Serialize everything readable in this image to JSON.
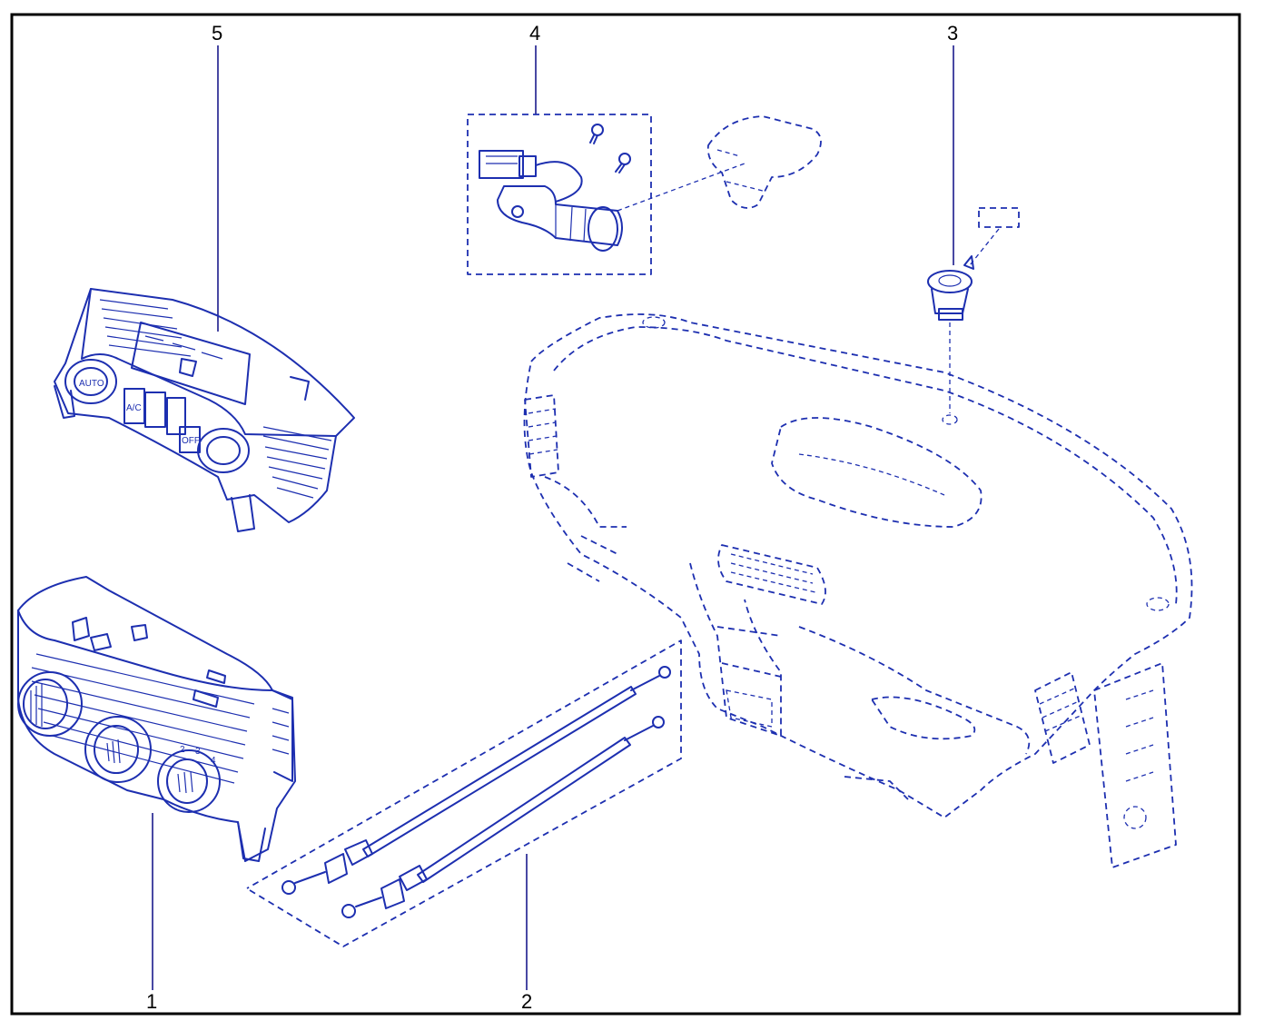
{
  "callouts": {
    "c1": "1",
    "c2": "2",
    "c3": "3",
    "c4": "4",
    "c5": "5"
  },
  "panel_text": {
    "auto": "AUTO",
    "ac": "A/C",
    "off": "OFF"
  },
  "knob_numbers": [
    "2",
    "3",
    "4"
  ],
  "colors": {
    "line": "#1d2fb0",
    "frame": "#000000"
  }
}
